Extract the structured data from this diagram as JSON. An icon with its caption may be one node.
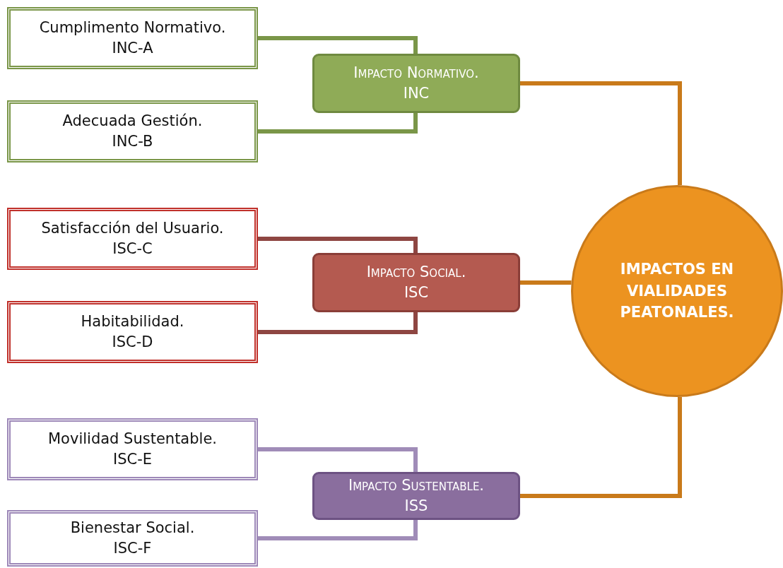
{
  "diagram": {
    "nodes": [
      {
        "text": [
          "Cumplimento Normativo.",
          "INC-A"
        ]
      },
      {
        "text": [
          "Adecuada Gestión.",
          "INC-B"
        ]
      },
      {
        "text": [
          "Satisfacción del Usuario.",
          "ISC-C"
        ]
      },
      {
        "text": [
          "Habitabilidad.",
          "ISC-D"
        ]
      },
      {
        "text": [
          "Movilidad Sustentable.",
          "ISC-E"
        ]
      },
      {
        "text": [
          "Bienestar Social.",
          "ISC-F"
        ]
      },
      {
        "text": [
          "Impacto Normativo.",
          "INC"
        ]
      },
      {
        "text": [
          "Impacto Social.",
          "ISC"
        ]
      },
      {
        "text": [
          "Impacto Sustentable.",
          "ISS"
        ]
      },
      {
        "text": [
          "IMPACTOS EN VIALIDADES PEATONALES."
        ]
      }
    ],
    "edges": [
      {
        "from": 0,
        "to": 6,
        "arrow": "none",
        "color": "#7a9648"
      },
      {
        "from": 1,
        "to": 6,
        "arrow": "none",
        "color": "#7a9648"
      },
      {
        "from": 2,
        "to": 7,
        "arrow": "none",
        "color": "#8e4642"
      },
      {
        "from": 3,
        "to": 7,
        "arrow": "none",
        "color": "#8e4642"
      },
      {
        "from": 4,
        "to": 8,
        "arrow": "none",
        "color": "#a08cb8"
      },
      {
        "from": 5,
        "to": 8,
        "arrow": "none",
        "color": "#a08cb8"
      },
      {
        "from": 6,
        "to": 9,
        "arrow": "none"
      },
      {
        "from": 7,
        "to": 9,
        "arrow": "none"
      },
      {
        "from": 8,
        "to": 9,
        "arrow": "none"
      }
    ]
  }
}
